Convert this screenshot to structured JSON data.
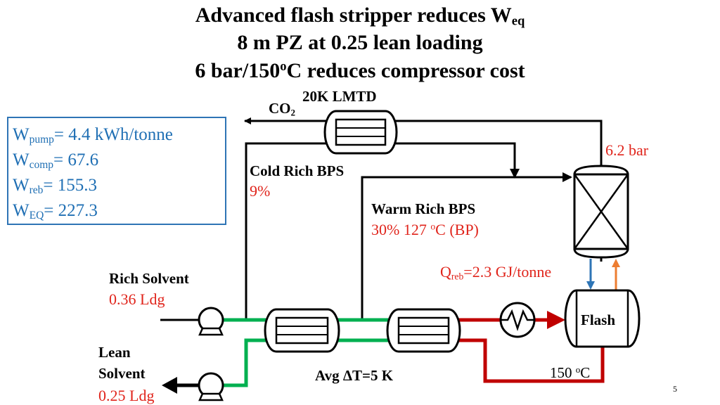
{
  "title": {
    "line1_main": "Advanced flash stripper reduces W",
    "line1_sub": "eq",
    "line2": "8 m PZ at 0.25 lean loading",
    "line3_a": "6 bar/150",
    "line3_sup": "o",
    "line3_b": "C reduces compressor cost"
  },
  "work_box": {
    "pump_sym": "W",
    "pump_sub": "pump",
    "pump_val": "= 4.4 kWh/tonne",
    "comp_sym": "W",
    "comp_sub": "comp",
    "comp_val": "= 67.6",
    "reb_sym": "W",
    "reb_sub": "reb",
    "reb_val": "= 155.3",
    "eq_sym": "W",
    "eq_sub": "EQ",
    "eq_val": "= 227.3"
  },
  "labels": {
    "co2_main": "CO",
    "co2_sub": "2",
    "lmtd": "20K LMTD",
    "pressure": "6.2 bar",
    "cold_bps": "Cold Rich BPS",
    "cold_pct": "9%",
    "warm_bps": "Warm Rich BPS",
    "warm_detail_a": "30%  127 ",
    "warm_detail_sup": "o",
    "warm_detail_b": "C (BP)",
    "qreb_main": "Q",
    "qreb_sub": "reb",
    "qreb_val": "=2.3 GJ/tonne",
    "rich_solvent": "Rich Solvent",
    "rich_ldg": "0.36 Ldg",
    "lean_solvent_1": "Lean",
    "lean_solvent_2": "Solvent",
    "lean_ldg": "0.25 Ldg",
    "flash": "Flash",
    "temp_a": "150 ",
    "temp_sup": "o",
    "temp_b": "C",
    "avg_dt": "Avg ΔT=5 K",
    "page_number": "5"
  },
  "colors": {
    "black_line": "#000000",
    "green_line": "#00b050",
    "red_line": "#c00000",
    "blue_arrow": "#2e75b6",
    "orange_arrow": "#ed7d31",
    "red_text": "#e0241b",
    "blue_text": "#1f6fb4"
  }
}
